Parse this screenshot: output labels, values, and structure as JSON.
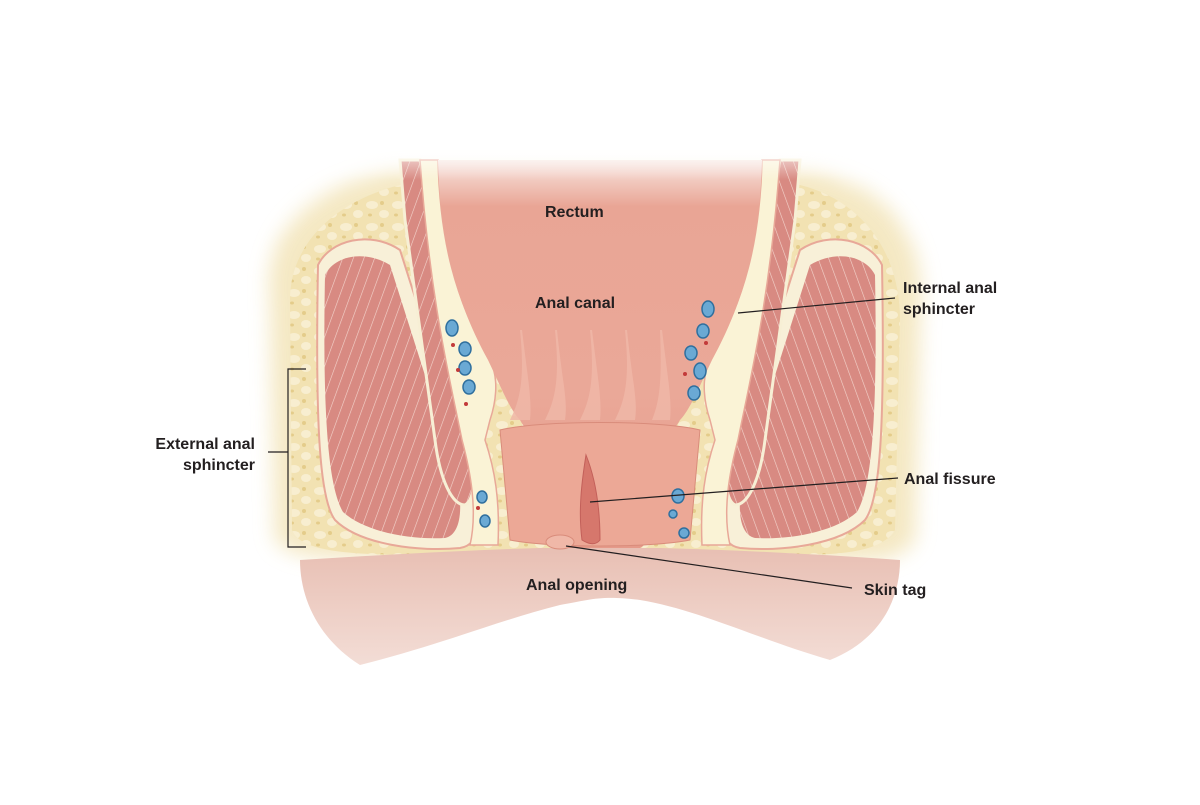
{
  "diagram": {
    "type": "anatomical-illustration",
    "subject": "Anal canal cross-section with anal fissure",
    "colors": {
      "background": "#ffffff",
      "mucosa": "#e8a090",
      "mucosa_light": "#f1bfae",
      "muscle": "#d9857e",
      "muscle_stripe": "#f6dcd4",
      "fat": "#f2e3b4",
      "fat_dark": "#e6cf8e",
      "submucosa": "#faf3d6",
      "vein": "#6aa9d4",
      "vein_dark": "#2f6f9e",
      "artery": "#c23a3a",
      "skin": "#ecc7bd",
      "leader_line": "#231f20",
      "label_text": "#231f20"
    },
    "labels": {
      "rectum": "Rectum",
      "anal_canal": "Anal canal",
      "internal_sphincter": [
        "Internal anal",
        "sphincter"
      ],
      "external_sphincter": [
        "External anal",
        "sphincter"
      ],
      "anal_fissure": "Anal fissure",
      "anal_opening": "Anal opening",
      "skin_tag": "Skin tag"
    }
  }
}
